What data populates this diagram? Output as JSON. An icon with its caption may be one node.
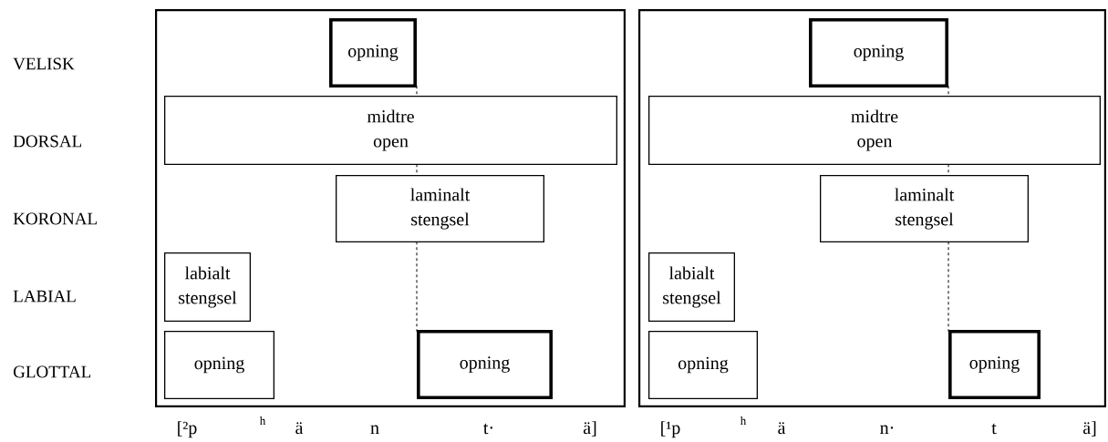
{
  "diagram": {
    "nodes": [
      {
        "text": [],
        "shape": "box"
      },
      {
        "text": [],
        "shape": "box"
      },
      {
        "text": [
          "opning"
        ],
        "in": 0
      },
      {
        "text": [
          "midtre open"
        ],
        "in": 0
      },
      {
        "text": [
          "laminalt stengsel"
        ],
        "in": 0
      },
      {
        "text": [
          "labialt stengsel"
        ],
        "in": 0
      },
      {
        "text": [
          "opning"
        ],
        "in": 0
      },
      {
        "text": [
          "opning"
        ],
        "in": 0
      },
      {
        "text": [
          "opning"
        ],
        "in": 1
      },
      {
        "text": [
          "midtre open"
        ],
        "in": 1
      },
      {
        "text": [
          "laminalt stengsel"
        ],
        "in": 1
      },
      {
        "text": [
          "labialt stengsel"
        ],
        "in": 1
      },
      {
        "text": [
          "opning"
        ],
        "in": 1
      },
      {
        "text": [
          "opning"
        ],
        "in": 1
      }
    ],
    "edges": [
      {
        "from": 2,
        "to": 3,
        "arrow": "none",
        "style": "dashed"
      },
      {
        "from": 3,
        "to": 4,
        "arrow": "none",
        "style": "dashed"
      },
      {
        "from": 4,
        "to": 7,
        "arrow": "none",
        "style": "dashed"
      },
      {
        "from": 8,
        "to": 9,
        "arrow": "none",
        "style": "dashed"
      },
      {
        "from": 9,
        "to": 10,
        "arrow": "none",
        "style": "dashed"
      },
      {
        "from": 10,
        "to": 13,
        "arrow": "none",
        "style": "dashed"
      }
    ],
    "labels": [
      "VELISK",
      "DORSAL",
      "KORONAL",
      "LABIAL",
      "GLOTTAL",
      "[²p",
      "h",
      "ä",
      "n",
      "t·",
      "ä]",
      "[¹p",
      "h",
      "ä",
      "n·",
      "t",
      "ä]"
    ]
  }
}
